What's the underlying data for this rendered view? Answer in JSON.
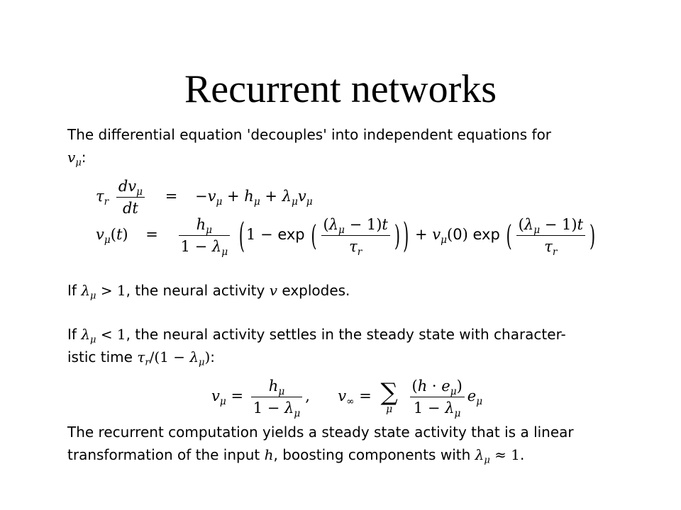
{
  "slide": {
    "title": "Recurrent networks",
    "intro": "The differential equation 'decouples' into independent equations for",
    "intro_var": "v",
    "intro_var_sub": "μ",
    "intro_colon": ":",
    "case1_if": "If",
    "case1_text": ", the neural activity",
    "case1_var": "v",
    "case1_end": "explodes.",
    "case2_if": "If",
    "case2_text": ", the neural activity settles in the steady state with character-",
    "case2_line2": "istic time",
    "case2_line2_end": ":",
    "conclusion_line1": "The recurrent computation yields a steady state activity that is a linear",
    "conclusion_line2_a": "transformation of the input",
    "conclusion_var": "h",
    "conclusion_line2_b": ", boosting components with",
    "conclusion_end": "."
  }
}
